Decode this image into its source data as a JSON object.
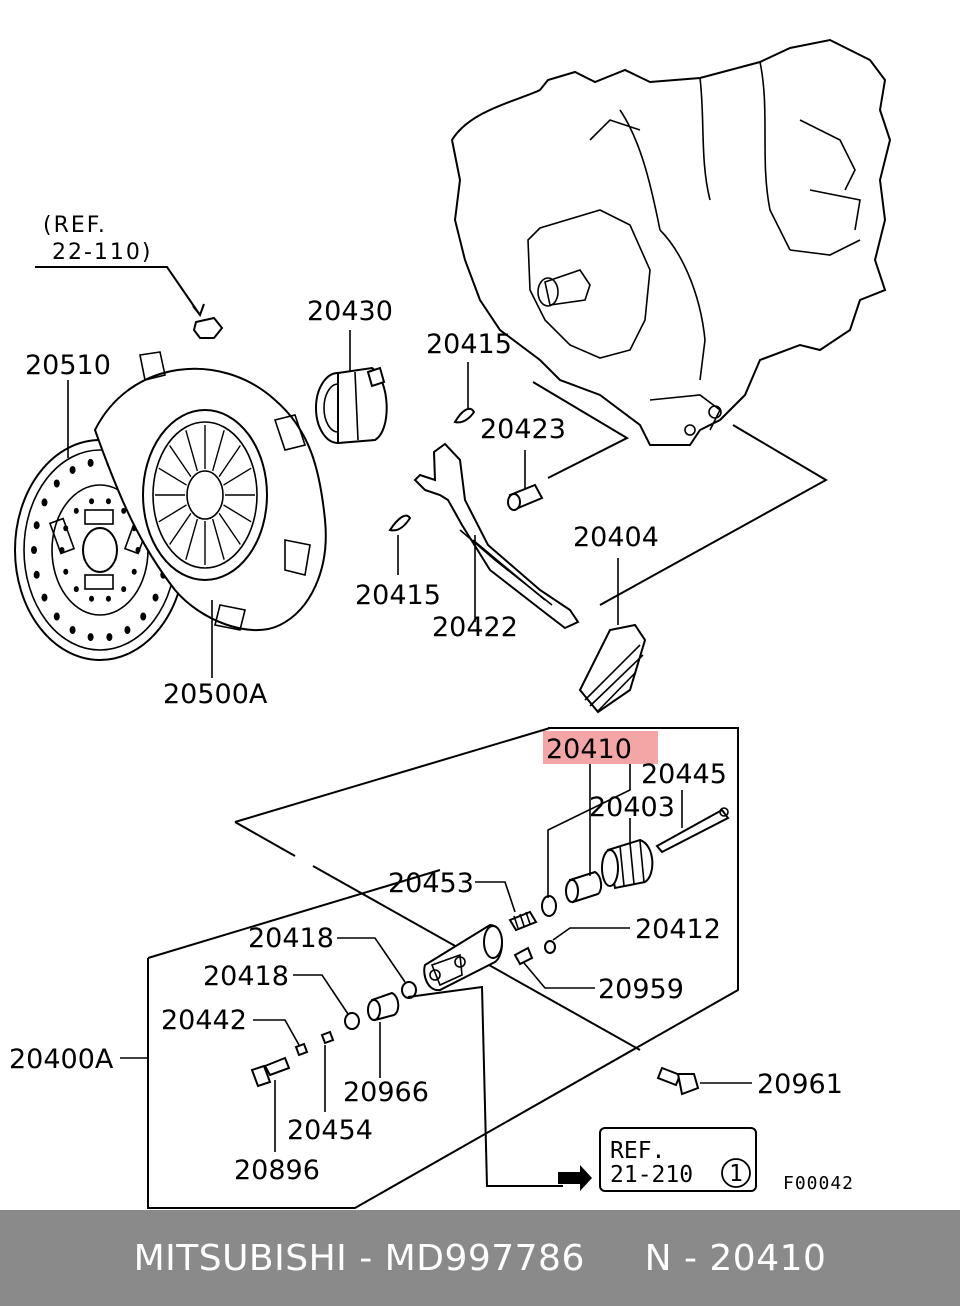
{
  "labels": {
    "ref_22_line1": "(REF.",
    "ref_22_line2": "22-110)",
    "p20430": "20430",
    "p20415_top": "20415",
    "p20510": "20510",
    "p20423": "20423",
    "p20404": "20404",
    "p20415_mid": "20415",
    "p20422": "20422",
    "p20500A": "20500A",
    "p20410": "20410",
    "p20445": "20445",
    "p20403": "20403",
    "p20453": "20453",
    "p20418_a": "20418",
    "p20412": "20412",
    "p20418_b": "20418",
    "p20959": "20959",
    "p20442": "20442",
    "p20400A": "20400A",
    "p20966": "20966",
    "p20961": "20961",
    "p20454": "20454",
    "p20896": "20896",
    "ref_21_line1": "REF.",
    "ref_21_line2": "21-210",
    "ref_21_circle": "1",
    "figure_code": "F00042"
  },
  "highlight": {
    "part": "20410",
    "color": "#f4a6a6"
  },
  "footer": {
    "text": "MITSUBISHI - MD997786     N - 20410",
    "background": "#8a8a8a",
    "color": "#ffffff"
  }
}
